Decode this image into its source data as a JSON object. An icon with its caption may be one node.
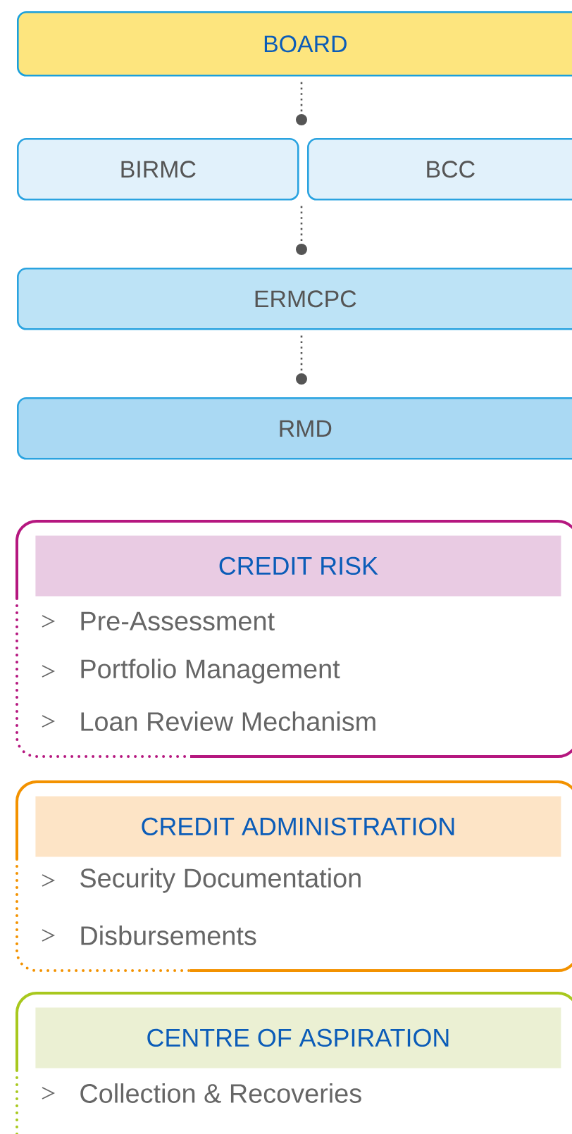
{
  "diagram": {
    "nodes": [
      {
        "text": [
          "BOARD"
        ]
      },
      {
        "text": [
          "BIRMC"
        ]
      },
      {
        "text": [
          "BCC"
        ]
      },
      {
        "text": [
          "ERMCPC"
        ]
      },
      {
        "text": [
          "RMD"
        ]
      },
      {
        "text": [
          "Pre-Assessment",
          "Portfolio Management",
          "Loan Review Mechanism"
        ]
      },
      {
        "text": [
          "CREDIT RISK"
        ],
        "in": 5
      },
      {
        "text": [
          "Security Documentation",
          "Disbursements"
        ]
      },
      {
        "text": [
          "CREDIT ADMINISTRATION"
        ],
        "in": 7
      },
      {
        "text": [
          "Collection & Recoveries"
        ]
      },
      {
        "text": [
          "CENTRE OF ASPIRATION"
        ],
        "in": 9
      }
    ],
    "edges": [
      {
        "from": 0,
        "to": 1,
        "arrow": "other"
      },
      {
        "from": 0,
        "to": 2,
        "arrow": "other"
      },
      {
        "from": 1,
        "to": 3,
        "arrow": "other"
      },
      {
        "from": 2,
        "to": 3,
        "arrow": "other"
      },
      {
        "from": 3,
        "to": 4,
        "arrow": "other"
      }
    ]
  }
}
